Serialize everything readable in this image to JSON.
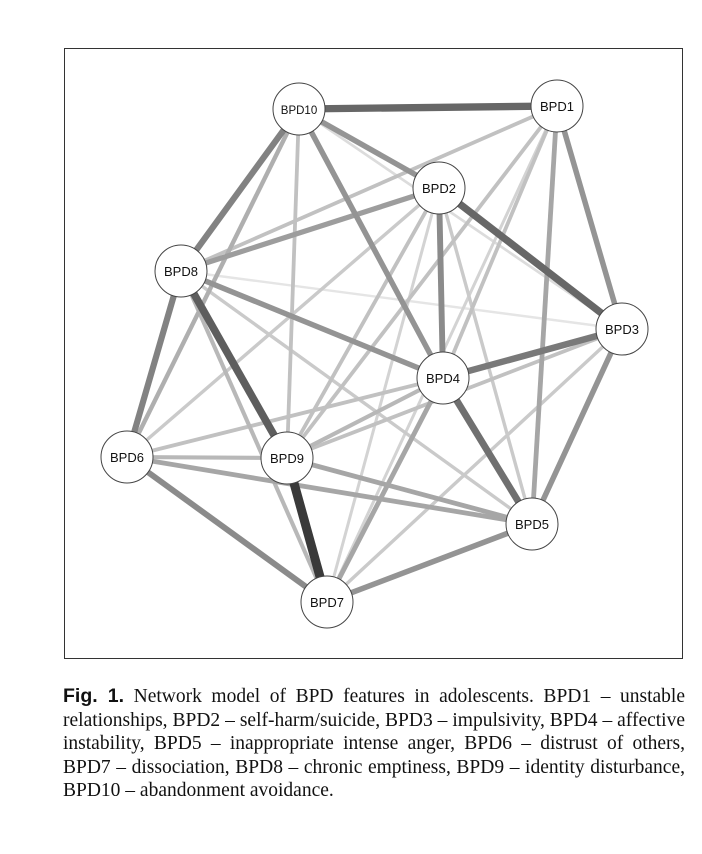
{
  "figure": {
    "nodes": [
      {
        "id": "BPD1",
        "label": "BPD1"
      },
      {
        "id": "BPD2",
        "label": "BPD2"
      },
      {
        "id": "BPD3",
        "label": "BPD3"
      },
      {
        "id": "BPD4",
        "label": "BPD4"
      },
      {
        "id": "BPD5",
        "label": "BPD5"
      },
      {
        "id": "BPD6",
        "label": "BPD6"
      },
      {
        "id": "BPD7",
        "label": "BPD7"
      },
      {
        "id": "BPD8",
        "label": "BPD8"
      },
      {
        "id": "BPD9",
        "label": "BPD9"
      },
      {
        "id": "BPD10",
        "label": "BPD10"
      }
    ],
    "edges": [
      {
        "a": "BPD10",
        "b": "BPD1",
        "w": 0.75
      },
      {
        "a": "BPD10",
        "b": "BPD2",
        "w": 0.5
      },
      {
        "a": "BPD10",
        "b": "BPD8",
        "w": 0.6
      },
      {
        "a": "BPD10",
        "b": "BPD6",
        "w": 0.35
      },
      {
        "a": "BPD10",
        "b": "BPD9",
        "w": 0.25
      },
      {
        "a": "BPD10",
        "b": "BPD4",
        "w": 0.5
      },
      {
        "a": "BPD10",
        "b": "BPD3",
        "w": 0.1
      },
      {
        "a": "BPD1",
        "b": "BPD8",
        "w": 0.25
      },
      {
        "a": "BPD1",
        "b": "BPD9",
        "w": 0.25
      },
      {
        "a": "BPD1",
        "b": "BPD4",
        "w": 0.25
      },
      {
        "a": "BPD1",
        "b": "BPD5",
        "w": 0.4
      },
      {
        "a": "BPD1",
        "b": "BPD3",
        "w": 0.5
      },
      {
        "a": "BPD1",
        "b": "BPD7",
        "w": 0.15
      },
      {
        "a": "BPD2",
        "b": "BPD8",
        "w": 0.45
      },
      {
        "a": "BPD2",
        "b": "BPD3",
        "w": 0.75
      },
      {
        "a": "BPD2",
        "b": "BPD4",
        "w": 0.55
      },
      {
        "a": "BPD2",
        "b": "BPD9",
        "w": 0.25
      },
      {
        "a": "BPD2",
        "b": "BPD6",
        "w": 0.2
      },
      {
        "a": "BPD2",
        "b": "BPD5",
        "w": 0.2
      },
      {
        "a": "BPD2",
        "b": "BPD7",
        "w": 0.15
      },
      {
        "a": "BPD8",
        "b": "BPD6",
        "w": 0.6
      },
      {
        "a": "BPD8",
        "b": "BPD9",
        "w": 0.8
      },
      {
        "a": "BPD8",
        "b": "BPD4",
        "w": 0.5
      },
      {
        "a": "BPD8",
        "b": "BPD3",
        "w": 0.05
      },
      {
        "a": "BPD8",
        "b": "BPD5",
        "w": 0.2
      },
      {
        "a": "BPD8",
        "b": "BPD7",
        "w": 0.3
      },
      {
        "a": "BPD3",
        "b": "BPD4",
        "w": 0.65
      },
      {
        "a": "BPD3",
        "b": "BPD9",
        "w": 0.25
      },
      {
        "a": "BPD3",
        "b": "BPD5",
        "w": 0.5
      },
      {
        "a": "BPD3",
        "b": "BPD7",
        "w": 0.2
      },
      {
        "a": "BPD4",
        "b": "BPD5",
        "w": 0.7
      },
      {
        "a": "BPD4",
        "b": "BPD7",
        "w": 0.4
      },
      {
        "a": "BPD4",
        "b": "BPD9",
        "w": 0.3
      },
      {
        "a": "BPD4",
        "b": "BPD6",
        "w": 0.25
      },
      {
        "a": "BPD6",
        "b": "BPD9",
        "w": 0.3
      },
      {
        "a": "BPD6",
        "b": "BPD5",
        "w": 0.4
      },
      {
        "a": "BPD6",
        "b": "BPD7",
        "w": 0.55
      },
      {
        "a": "BPD9",
        "b": "BPD5",
        "w": 0.4
      },
      {
        "a": "BPD9",
        "b": "BPD7",
        "w": 1.0
      },
      {
        "a": "BPD5",
        "b": "BPD7",
        "w": 0.5
      }
    ]
  },
  "caption": {
    "label": "Fig. 1.",
    "text": " Network model of BPD features in adolescents. BPD1 – unstable relationships, BPD2 – self-harm/suicide, BPD3 – impulsivity, BPD4 – affective instability, BPD5 – inappropriate intense anger, BPD6 – distrust of others, BPD7 – dissociation, BPD8 – chronic emptiness, BPD9 – identity disturbance, BPD10 – abandonment avoidance."
  }
}
